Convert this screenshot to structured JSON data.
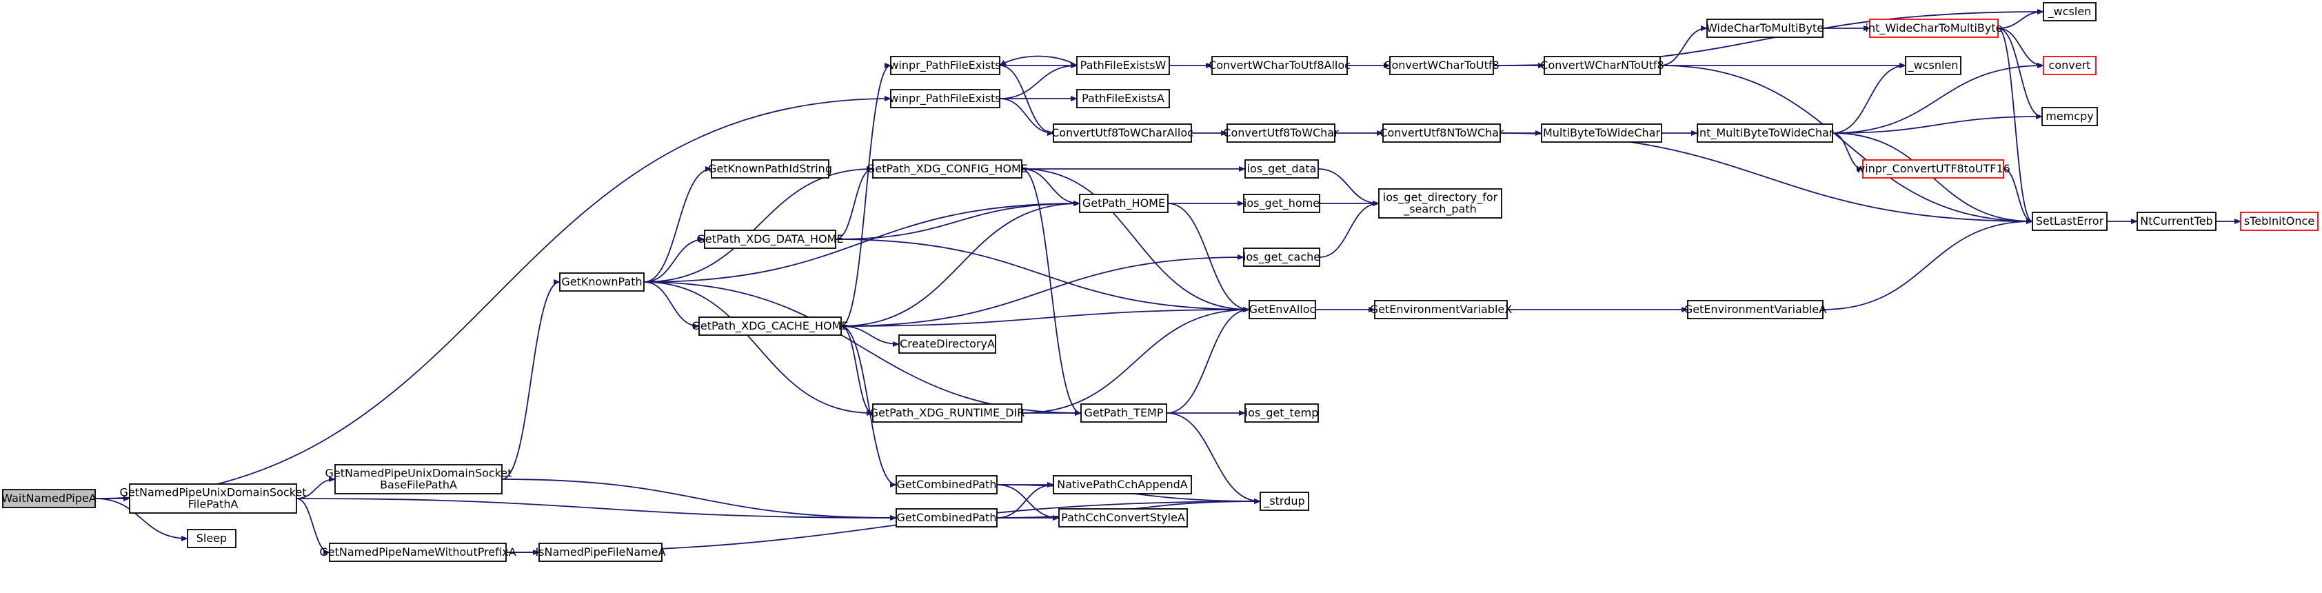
{
  "diagram": {
    "edge_color": "#191970",
    "root_fill": "#bfbfbf",
    "truncated_border": "#ff0000",
    "nodes": [
      {
        "id": "WaitNamedPipeA",
        "lines": [
          "WaitNamedPipeA"
        ],
        "style": "root"
      },
      {
        "id": "GetNamedPipeUnixDomainSocketFilePathA",
        "lines": [
          "GetNamedPipeUnixDomainSocket",
          "FilePathA"
        ]
      },
      {
        "id": "Sleep",
        "lines": [
          "Sleep"
        ]
      },
      {
        "id": "winpr_PathFileExists_a",
        "lines": [
          "winpr_PathFileExists"
        ]
      },
      {
        "id": "GetNamedPipeUnixDomainSocketBaseFilePathA",
        "lines": [
          "GetNamedPipeUnixDomainSocket",
          "BaseFilePathA"
        ]
      },
      {
        "id": "GetNamedPipeNameWithoutPrefixA",
        "lines": [
          "GetNamedPipeNameWithoutPrefixA"
        ]
      },
      {
        "id": "IsNamedPipeFileNameA",
        "lines": [
          "IsNamedPipeFileNameA"
        ]
      },
      {
        "id": "GetKnownPath",
        "lines": [
          "GetKnownPath"
        ]
      },
      {
        "id": "GetKnownPathIdString",
        "lines": [
          "GetKnownPathIdString"
        ]
      },
      {
        "id": "GetPath_XDG_DATA_HOME",
        "lines": [
          "GetPath_XDG_DATA_HOME"
        ]
      },
      {
        "id": "GetPath_XDG_CACHE_HOME",
        "lines": [
          "GetPath_XDG_CACHE_HOME"
        ]
      },
      {
        "id": "GetPath_XDG_CONFIG_HOME",
        "lines": [
          "GetPath_XDG_CONFIG_HOME"
        ]
      },
      {
        "id": "GetPath_XDG_RUNTIME_DIR",
        "lines": [
          "GetPath_XDG_RUNTIME_DIR"
        ]
      },
      {
        "id": "winpr_PathFileExists_b",
        "lines": [
          "winpr_PathFileExists"
        ]
      },
      {
        "id": "CreateDirectoryA",
        "lines": [
          "CreateDirectoryA"
        ]
      },
      {
        "id": "GetCombinedPath_a",
        "lines": [
          "GetCombinedPath"
        ]
      },
      {
        "id": "GetCombinedPath_b",
        "lines": [
          "GetCombinedPath"
        ]
      },
      {
        "id": "PathFileExistsW",
        "lines": [
          "PathFileExistsW"
        ]
      },
      {
        "id": "PathFileExistsA",
        "lines": [
          "PathFileExistsA"
        ]
      },
      {
        "id": "ConvertUtf8ToWCharAlloc",
        "lines": [
          "ConvertUtf8ToWCharAlloc"
        ]
      },
      {
        "id": "GetPath_HOME",
        "lines": [
          "GetPath_HOME"
        ]
      },
      {
        "id": "GetPath_TEMP",
        "lines": [
          "GetPath_TEMP"
        ]
      },
      {
        "id": "NativePathCchAppendA",
        "lines": [
          "NativePathCchAppendA"
        ]
      },
      {
        "id": "PathCchConvertStyleA",
        "lines": [
          "PathCchConvertStyleA"
        ]
      },
      {
        "id": "ConvertWCharToUtf8Alloc",
        "lines": [
          "ConvertWCharToUtf8Alloc"
        ]
      },
      {
        "id": "ConvertUtf8ToWChar",
        "lines": [
          "ConvertUtf8ToWChar"
        ]
      },
      {
        "id": "ios_get_data",
        "lines": [
          "ios_get_data"
        ]
      },
      {
        "id": "ios_get_home",
        "lines": [
          "ios_get_home"
        ]
      },
      {
        "id": "ios_get_cache",
        "lines": [
          "ios_get_cache"
        ]
      },
      {
        "id": "GetEnvAlloc",
        "lines": [
          "GetEnvAlloc"
        ]
      },
      {
        "id": "ios_get_temp",
        "lines": [
          "ios_get_temp"
        ]
      },
      {
        "id": "_strdup",
        "lines": [
          "_strdup"
        ]
      },
      {
        "id": "ConvertWCharToUtf8",
        "lines": [
          "ConvertWCharToUtf8"
        ]
      },
      {
        "id": "ConvertUtf8NToWChar",
        "lines": [
          "ConvertUtf8NToWChar"
        ]
      },
      {
        "id": "ios_get_directory_for_search_path",
        "lines": [
          "ios_get_directory_for",
          "_search_path"
        ]
      },
      {
        "id": "GetEnvironmentVariableX",
        "lines": [
          "GetEnvironmentVariableX"
        ]
      },
      {
        "id": "ConvertWCharNToUtf8",
        "lines": [
          "ConvertWCharNToUtf8"
        ]
      },
      {
        "id": "MultiByteToWideChar",
        "lines": [
          "MultiByteToWideChar"
        ]
      },
      {
        "id": "GetEnvironmentVariableA",
        "lines": [
          "GetEnvironmentVariableA"
        ]
      },
      {
        "id": "WideCharToMultiByte",
        "lines": [
          "WideCharToMultiByte"
        ]
      },
      {
        "id": "int_MultiByteToWideChar",
        "lines": [
          "int_MultiByteToWideChar"
        ]
      },
      {
        "id": "int_WideCharToMultiByte",
        "lines": [
          "int_WideCharToMultiByte"
        ],
        "style": "truncated"
      },
      {
        "id": "winpr_ConvertUTF8toUTF16",
        "lines": [
          "winpr_ConvertUTF8toUTF16"
        ],
        "style": "truncated"
      },
      {
        "id": "_wcslen",
        "lines": [
          "_wcslen"
        ]
      },
      {
        "id": "_wcsnlen",
        "lines": [
          "_wcsnlen"
        ]
      },
      {
        "id": "convert",
        "lines": [
          "convert"
        ],
        "style": "truncated"
      },
      {
        "id": "memcpy",
        "lines": [
          "memcpy"
        ]
      },
      {
        "id": "SetLastError",
        "lines": [
          "SetLastError"
        ]
      },
      {
        "id": "NtCurrentTeb",
        "lines": [
          "NtCurrentTeb"
        ]
      },
      {
        "id": "sTebInitOnce",
        "lines": [
          "sTebInitOnce"
        ],
        "style": "truncated"
      }
    ],
    "edges": [
      [
        "WaitNamedPipeA",
        "GetNamedPipeUnixDomainSocketFilePathA"
      ],
      [
        "WaitNamedPipeA",
        "Sleep"
      ],
      [
        "WaitNamedPipeA",
        "winpr_PathFileExists_a"
      ],
      [
        "GetNamedPipeUnixDomainSocketFilePathA",
        "GetNamedPipeUnixDomainSocketBaseFilePathA"
      ],
      [
        "GetNamedPipeUnixDomainSocketFilePathA",
        "GetNamedPipeNameWithoutPrefixA"
      ],
      [
        "GetNamedPipeUnixDomainSocketFilePathA",
        "GetCombinedPath_b"
      ],
      [
        "GetNamedPipeUnixDomainSocketBaseFilePathA",
        "GetKnownPath"
      ],
      [
        "GetNamedPipeUnixDomainSocketBaseFilePathA",
        "GetCombinedPath_b"
      ],
      [
        "GetNamedPipeNameWithoutPrefixA",
        "IsNamedPipeFileNameA"
      ],
      [
        "GetNamedPipeNameWithoutPrefixA",
        "_strdup"
      ],
      [
        "GetKnownPath",
        "GetKnownPathIdString"
      ],
      [
        "GetKnownPath",
        "GetPath_XDG_DATA_HOME"
      ],
      [
        "GetKnownPath",
        "GetPath_XDG_CACHE_HOME"
      ],
      [
        "GetKnownPath",
        "GetPath_XDG_CONFIG_HOME"
      ],
      [
        "GetKnownPath",
        "GetPath_XDG_RUNTIME_DIR"
      ],
      [
        "GetKnownPath",
        "GetPath_HOME"
      ],
      [
        "GetKnownPath",
        "GetPath_TEMP"
      ],
      [
        "GetPath_XDG_DATA_HOME",
        "GetPath_XDG_CONFIG_HOME"
      ],
      [
        "GetPath_XDG_DATA_HOME",
        "GetPath_HOME"
      ],
      [
        "GetPath_XDG_DATA_HOME",
        "GetEnvAlloc"
      ],
      [
        "GetPath_XDG_CACHE_HOME",
        "winpr_PathFileExists_b"
      ],
      [
        "GetPath_XDG_CACHE_HOME",
        "CreateDirectoryA"
      ],
      [
        "GetPath_XDG_CACHE_HOME",
        "GetCombinedPath_a"
      ],
      [
        "GetPath_XDG_CACHE_HOME",
        "GetPath_XDG_RUNTIME_DIR"
      ],
      [
        "GetPath_XDG_CACHE_HOME",
        "GetPath_HOME"
      ],
      [
        "GetPath_XDG_CACHE_HOME",
        "ios_get_cache"
      ],
      [
        "GetPath_XDG_CACHE_HOME",
        "GetEnvAlloc"
      ],
      [
        "GetPath_XDG_CONFIG_HOME",
        "GetPath_HOME"
      ],
      [
        "GetPath_XDG_CONFIG_HOME",
        "ios_get_data"
      ],
      [
        "GetPath_XDG_CONFIG_HOME",
        "GetEnvAlloc"
      ],
      [
        "GetPath_XDG_CONFIG_HOME",
        "GetPath_TEMP"
      ],
      [
        "GetPath_XDG_RUNTIME_DIR",
        "GetPath_TEMP"
      ],
      [
        "GetPath_XDG_RUNTIME_DIR",
        "GetEnvAlloc"
      ],
      [
        "winpr_PathFileExists_a",
        "PathFileExistsW"
      ],
      [
        "winpr_PathFileExists_a",
        "PathFileExistsA"
      ],
      [
        "winpr_PathFileExists_a",
        "ConvertUtf8ToWCharAlloc"
      ],
      [
        "winpr_PathFileExists_b",
        "PathFileExistsW"
      ],
      [
        "winpr_PathFileExists_b",
        "ConvertUtf8ToWCharAlloc"
      ],
      [
        "PathFileExistsW",
        "winpr_PathFileExists_b"
      ],
      [
        "PathFileExistsW",
        "ConvertWCharToUtf8Alloc"
      ],
      [
        "ConvertUtf8ToWCharAlloc",
        "ConvertUtf8ToWChar"
      ],
      [
        "GetCombinedPath_a",
        "NativePathCchAppendA"
      ],
      [
        "GetCombinedPath_a",
        "PathCchConvertStyleA"
      ],
      [
        "GetCombinedPath_a",
        "_strdup"
      ],
      [
        "GetCombinedPath_b",
        "NativePathCchAppendA"
      ],
      [
        "GetCombinedPath_b",
        "PathCchConvertStyleA"
      ],
      [
        "GetCombinedPath_b",
        "_strdup"
      ],
      [
        "GetPath_HOME",
        "ios_get_home"
      ],
      [
        "GetPath_HOME",
        "GetEnvAlloc"
      ],
      [
        "GetPath_TEMP",
        "ios_get_temp"
      ],
      [
        "GetPath_TEMP",
        "GetEnvAlloc"
      ],
      [
        "GetPath_TEMP",
        "_strdup"
      ],
      [
        "ConvertWCharToUtf8Alloc",
        "ConvertWCharToUtf8"
      ],
      [
        "ConvertUtf8ToWChar",
        "ConvertUtf8NToWChar"
      ],
      [
        "ios_get_data",
        "ios_get_directory_for_search_path"
      ],
      [
        "ios_get_home",
        "ios_get_directory_for_search_path"
      ],
      [
        "ios_get_cache",
        "ios_get_directory_for_search_path"
      ],
      [
        "GetEnvAlloc",
        "GetEnvironmentVariableX"
      ],
      [
        "GetEnvironmentVariableX",
        "GetEnvironmentVariableA"
      ],
      [
        "GetEnvironmentVariableA",
        "SetLastError"
      ],
      [
        "ConvertWCharToUtf8",
        "ConvertWCharNToUtf8"
      ],
      [
        "ConvertWCharToUtf8",
        "_wcslen"
      ],
      [
        "ConvertUtf8NToWChar",
        "MultiByteToWideChar"
      ],
      [
        "ConvertUtf8NToWChar",
        "SetLastError"
      ],
      [
        "ConvertWCharNToUtf8",
        "WideCharToMultiByte"
      ],
      [
        "ConvertWCharNToUtf8",
        "_wcsnlen"
      ],
      [
        "ConvertWCharNToUtf8",
        "SetLastError"
      ],
      [
        "MultiByteToWideChar",
        "int_MultiByteToWideChar"
      ],
      [
        "WideCharToMultiByte",
        "int_WideCharToMultiByte"
      ],
      [
        "int_WideCharToMultiByte",
        "_wcslen"
      ],
      [
        "int_WideCharToMultiByte",
        "convert"
      ],
      [
        "int_WideCharToMultiByte",
        "memcpy"
      ],
      [
        "int_WideCharToMultiByte",
        "SetLastError"
      ],
      [
        "int_MultiByteToWideChar",
        "_wcsnlen"
      ],
      [
        "int_MultiByteToWideChar",
        "convert"
      ],
      [
        "int_MultiByteToWideChar",
        "memcpy"
      ],
      [
        "int_MultiByteToWideChar",
        "winpr_ConvertUTF8toUTF16"
      ],
      [
        "int_MultiByteToWideChar",
        "SetLastError"
      ],
      [
        "winpr_ConvertUTF8toUTF16",
        "SetLastError"
      ],
      [
        "SetLastError",
        "NtCurrentTeb"
      ],
      [
        "NtCurrentTeb",
        "sTebInitOnce"
      ]
    ]
  }
}
